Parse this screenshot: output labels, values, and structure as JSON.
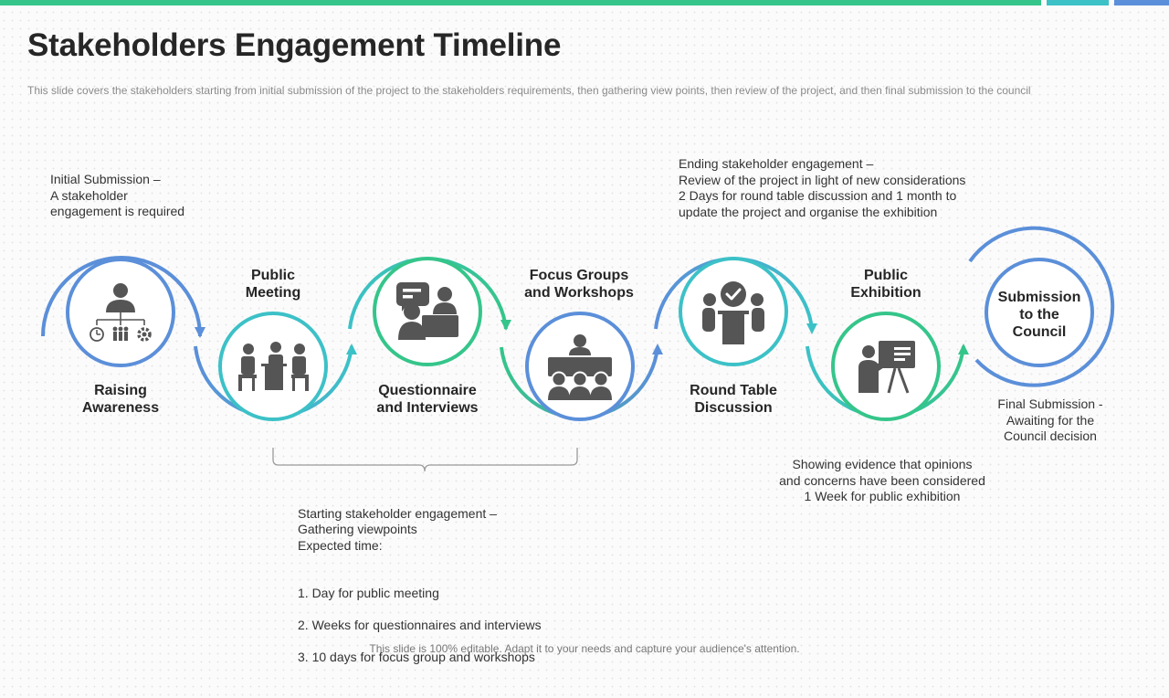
{
  "colors": {
    "blue": "#5b8fd9",
    "teal": "#3cc1c7",
    "green": "#35c58a",
    "icon": "#555555"
  },
  "header": {
    "title": "Stakeholders Engagement Timeline",
    "subtitle": "This slide covers the stakeholders  starting from initial submission of the project to the stakeholders requirements,  then gathering view  points, then review  of the project,  and then final submission to the council"
  },
  "steps": [
    {
      "label": "Raising\nAwareness",
      "icon": "presenter-hierarchy-icon"
    },
    {
      "label": "Public\nMeeting",
      "icon": "meeting-table-icon"
    },
    {
      "label": "Questionnaire\nand Interviews",
      "icon": "chat-interview-icon"
    },
    {
      "label": "Focus Groups\nand Workshops",
      "icon": "workshop-audience-icon"
    },
    {
      "label": "Round Table\nDiscussion",
      "icon": "round-table-check-icon"
    },
    {
      "label": "Public\nExhibition",
      "icon": "presentation-board-icon"
    },
    {
      "label": "Submission\nto the\nCouncil",
      "icon": ""
    }
  ],
  "notes": {
    "initial": "Initial Submission –\n A stakeholder\nengagement is required",
    "ending": "Ending stakeholder engagement –\nReview of the project in light of new considerations\n2 Days for round table discussion and 1 month to\nupdate the project and organise the exhibition",
    "starting_title": "Starting stakeholder engagement –\nGathering viewpoints\nExpected time:",
    "starting_items": [
      "1.  Day for public meeting",
      "2.  Weeks for questionnaires and interviews",
      "3.  10 days for focus group and workshops"
    ],
    "showing": "Showing evidence that opinions\nand concerns have been considered\n1 Week for public exhibition",
    "final": "Final Submission -\nAwaiting for the\nCouncil decision"
  },
  "footer": "This slide is 100% editable. Adapt it to your needs and capture your audience's attention."
}
